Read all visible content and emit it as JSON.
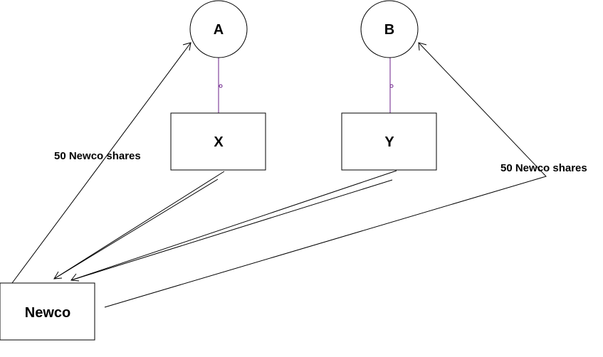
{
  "nodes": {
    "a": {
      "label": "A"
    },
    "b": {
      "label": "B"
    },
    "x": {
      "label": "X"
    },
    "y": {
      "label": "Y"
    },
    "newco": {
      "label": "Newco"
    }
  },
  "edge_labels": {
    "left": "50 Newco shares",
    "right": "50 Newco shares"
  },
  "colors": {
    "ownership_line": "#6b1f8a",
    "stroke": "#000000",
    "background": "#ffffff"
  }
}
